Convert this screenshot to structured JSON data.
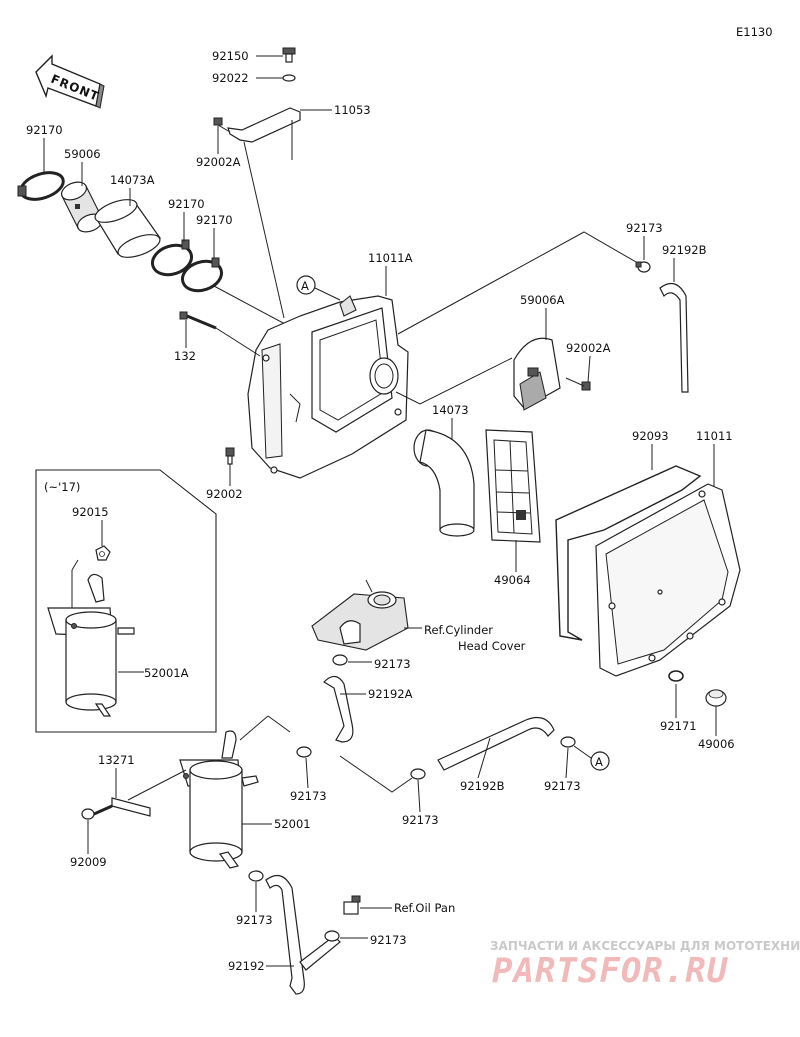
{
  "diagram_code": "E1130",
  "front_label": "FRONT",
  "year_note": "(~'17)",
  "labels": {
    "p92150": "92150",
    "p92022": "92022",
    "p11053": "11053",
    "p92002A_top": "92002A",
    "p92170_left": "92170",
    "p59006": "59006",
    "p14073A": "14073A",
    "p92170_mid": "92170",
    "p92170_mid2": "92170",
    "p11011A": "11011A",
    "p132": "132",
    "p92002": "92002",
    "p92173_top": "92173",
    "p92192B_top": "92192B",
    "p59006A": "59006A",
    "p92002A_right": "92002A",
    "p14073": "14073",
    "p92093": "92093",
    "p11011": "11011",
    "p49064": "49064",
    "p92015": "92015",
    "p52001A": "52001A",
    "p92173_center": "92173",
    "p92192A": "92192A",
    "p92171": "92171",
    "p49006": "49006",
    "p13271": "13271",
    "p92173_a": "92173",
    "p52001": "52001",
    "p92192B_bottom": "92192B",
    "p92173_b": "92173",
    "p92173_c": "92173",
    "p92009": "92009",
    "p92173_d": "92173",
    "p92173_e": "92173",
    "p92192": "92192"
  },
  "refs": {
    "cylinder_line1": "Ref.Cylinder",
    "cylinder_line2": "Head Cover",
    "oil_pan": "Ref.Oil Pan"
  },
  "callouts": {
    "a_top": "A",
    "a_bottom": "A"
  },
  "watermark": {
    "tagline": "ЗАПЧАСТИ И АКСЕССУАРЫ ДЛЯ МОТОТЕХНИКИ",
    "brand": "PARTSFOR.RU"
  }
}
